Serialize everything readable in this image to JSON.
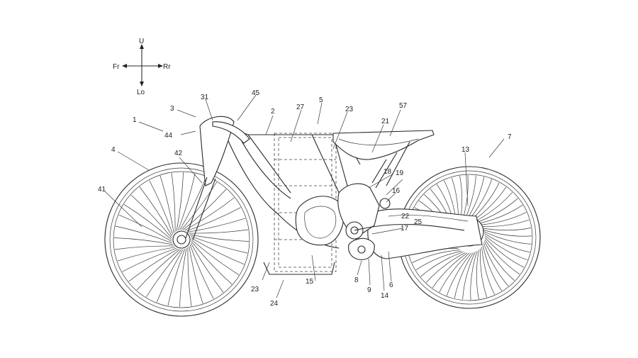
{
  "compass": {
    "up": "U",
    "down": "Lo",
    "left": "Fr",
    "right": "Rr"
  },
  "labels": [
    {
      "id": "l1",
      "text": "1"
    },
    {
      "id": "l2",
      "text": "2"
    },
    {
      "id": "l3",
      "text": "3"
    },
    {
      "id": "l4",
      "text": "4"
    },
    {
      "id": "l5",
      "text": "5"
    },
    {
      "id": "l6",
      "text": "6"
    },
    {
      "id": "l7",
      "text": "7"
    },
    {
      "id": "l8",
      "text": "8"
    },
    {
      "id": "l9",
      "text": "9"
    },
    {
      "id": "l13",
      "text": "13"
    },
    {
      "id": "l14",
      "text": "14"
    },
    {
      "id": "l15",
      "text": "15"
    },
    {
      "id": "l16",
      "text": "16"
    },
    {
      "id": "l17",
      "text": "17"
    },
    {
      "id": "l18",
      "text": "18"
    },
    {
      "id": "l19",
      "text": "19"
    },
    {
      "id": "l21",
      "text": "21"
    },
    {
      "id": "l22",
      "text": "22"
    },
    {
      "id": "l23a",
      "text": "23"
    },
    {
      "id": "l23b",
      "text": "23"
    },
    {
      "id": "l24",
      "text": "24"
    },
    {
      "id": "l25",
      "text": "25"
    },
    {
      "id": "l27",
      "text": "27"
    },
    {
      "id": "l31",
      "text": "31"
    },
    {
      "id": "l41",
      "text": "41"
    },
    {
      "id": "l42",
      "text": "42"
    },
    {
      "id": "l44",
      "text": "44"
    },
    {
      "id": "l45",
      "text": "45"
    },
    {
      "id": "l57",
      "text": "57"
    }
  ]
}
